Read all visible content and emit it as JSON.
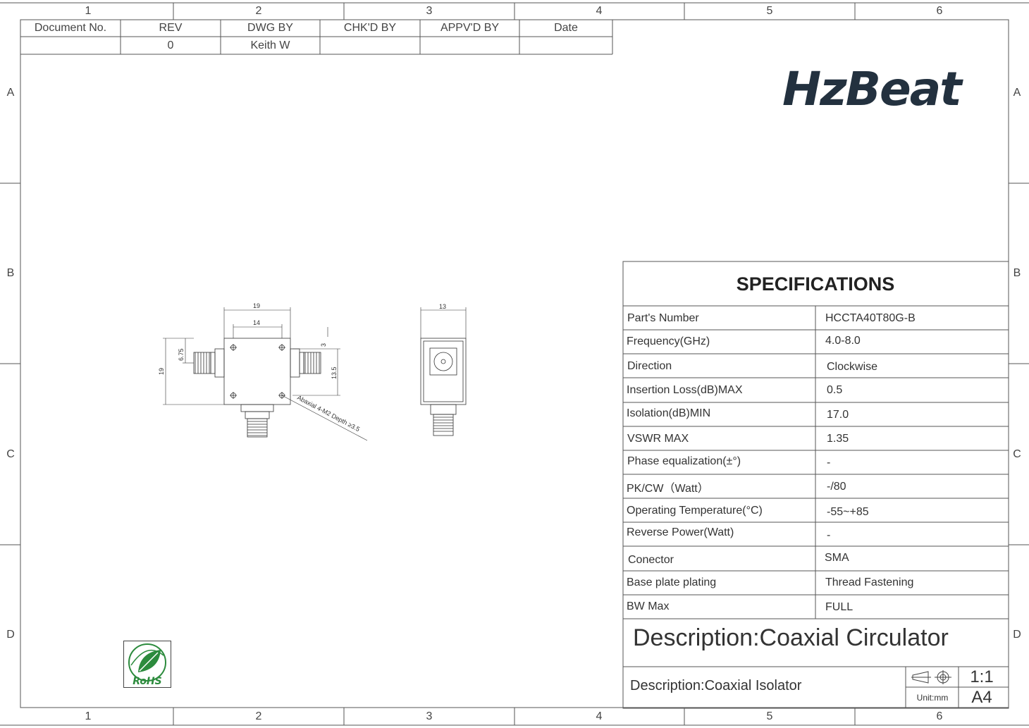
{
  "zones": {
    "columns": [
      "1",
      "2",
      "3",
      "4",
      "5",
      "6"
    ],
    "rows": [
      "A",
      "B",
      "C",
      "D"
    ]
  },
  "revision_block": {
    "headers": [
      "Document No.",
      "REV",
      "DWG BY",
      "CHK'D BY",
      "APPV'D BY",
      "Date"
    ],
    "values": [
      "",
      "0",
      "Keith W",
      "",
      "",
      ""
    ]
  },
  "logo": "HzBeat",
  "specifications": {
    "title": "SPECIFICATIONS",
    "rows": [
      {
        "label": "Part's Number",
        "value": "HCCTA40T80G-B"
      },
      {
        "label": "Frequency(GHz)",
        "value": "4.0-8.0"
      },
      {
        "label": "Direction",
        "value": "Clockwise"
      },
      {
        "label": "Insertion Loss(dB)MAX",
        "value": "0.5"
      },
      {
        "label": "Isolation(dB)MIN",
        "value": "17.0"
      },
      {
        "label": "VSWR MAX",
        "value": "1.35"
      },
      {
        "label": "Phase equalization(±°)",
        "value": "-"
      },
      {
        "label": "PK/CW（Watt）",
        "value": "-/80"
      },
      {
        "label": "Operating Temperature(°C)",
        "value": "-55~+85"
      },
      {
        "label": "Reverse Power(Watt)",
        "value": "-"
      },
      {
        "label": "Conector",
        "value": "SMA"
      },
      {
        "label": "Base plate plating",
        "value": "Thread Fastening"
      },
      {
        "label": "BW Max",
        "value": "FULL"
      }
    ]
  },
  "description_main": "Description:Coaxial Circulator",
  "description_sub": "Description:Coaxial Isolator",
  "scale": "1:1",
  "unit": "Unit:mm",
  "paper_size": "A4",
  "drawing": {
    "dim_width_outer": "19",
    "dim_width_inner": "14",
    "dim_height": "19",
    "dim_port_offset": "6.75",
    "dim_hole_offset": "3",
    "dim_hole_spacing": "13.5",
    "hole_note": "Abaxial 4-M2 Depth ≥3.5",
    "side_width": "13"
  },
  "rohs_text": "RoHS"
}
